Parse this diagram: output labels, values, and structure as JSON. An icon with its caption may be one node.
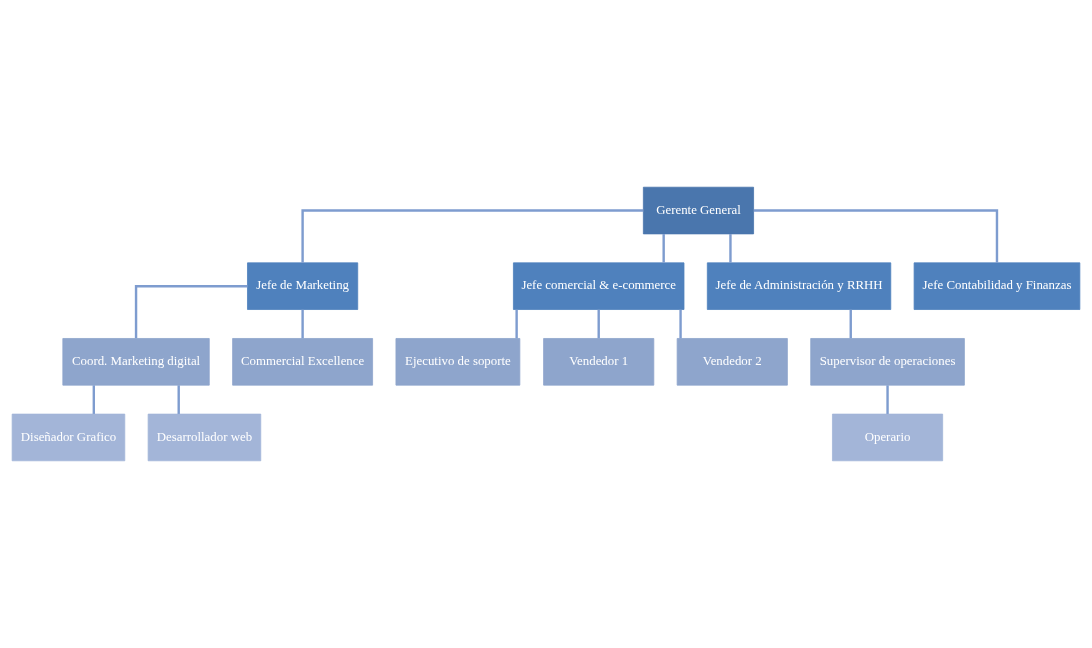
{
  "diagram": {
    "nodes": [
      {
        "text": [
          "Gerente General"
        ]
      },
      {
        "text": [
          "Jefe de Marketing"
        ]
      },
      {
        "text": [
          "Jefe comercial & e-commerce"
        ]
      },
      {
        "text": [
          "Jefe de Administración y RRHH"
        ]
      },
      {
        "text": [
          "Jefe Contabilidad y Finanzas"
        ]
      },
      {
        "text": [
          "Coord. Marketing digital"
        ]
      },
      {
        "text": [
          "Commercial Excellence"
        ]
      },
      {
        "text": [
          "Ejecutivo de soporte"
        ]
      },
      {
        "text": [
          "Vendedor 1"
        ]
      },
      {
        "text": [
          "Vendedor 2"
        ]
      },
      {
        "text": [
          "Supervisor de operaciones"
        ]
      },
      {
        "text": [
          "Diseñador Grafico"
        ]
      },
      {
        "text": [
          "Desarrollador web"
        ]
      },
      {
        "text": [
          "Operario"
        ]
      }
    ],
    "edges": [
      {
        "from": 0,
        "to": 1,
        "arrow": "none"
      },
      {
        "from": 0,
        "to": 2,
        "arrow": "none"
      },
      {
        "from": 0,
        "to": 3,
        "arrow": "none"
      },
      {
        "from": 0,
        "to": 4,
        "arrow": "none"
      },
      {
        "from": 1,
        "to": 5,
        "arrow": "none"
      },
      {
        "from": 1,
        "to": 6,
        "arrow": "none"
      },
      {
        "from": 2,
        "to": 7,
        "arrow": "none"
      },
      {
        "from": 2,
        "to": 8,
        "arrow": "none"
      },
      {
        "from": 2,
        "to": 9,
        "arrow": "none"
      },
      {
        "from": 3,
        "to": 10,
        "arrow": "none"
      },
      {
        "from": 5,
        "to": 11,
        "arrow": "none"
      },
      {
        "from": 5,
        "to": 12,
        "arrow": "none"
      },
      {
        "from": 10,
        "to": 13,
        "arrow": "none"
      }
    ]
  }
}
